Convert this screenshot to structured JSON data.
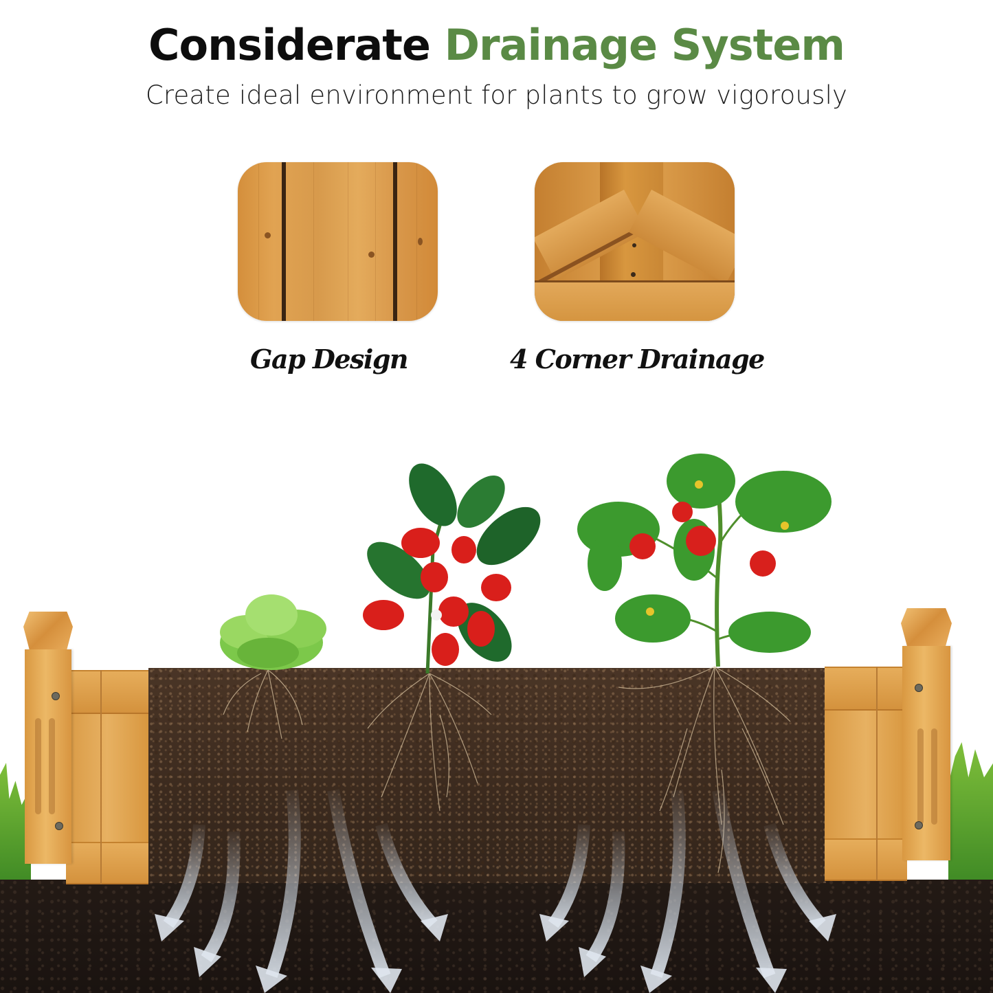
{
  "header": {
    "title_part1": "Considerate",
    "title_part2": "Drainage System",
    "subtitle": "Create ideal environment for plants to grow vigorously"
  },
  "features": [
    {
      "label": "Gap Design",
      "image": "wood-planks-with-gaps"
    },
    {
      "label": "4 Corner Drainage",
      "image": "wooden-corner-joint"
    }
  ],
  "scene": {
    "description": "raised wooden garden bed cross-section with soil, roots and drainage arrows",
    "plants": [
      "lettuce",
      "red-pepper-plant",
      "tomato-plant"
    ],
    "arrow_count": 10
  },
  "colors": {
    "title_dark": "#0d0d0d",
    "title_green": "#5a8a45",
    "wood": "#e0a350",
    "soil": "#3e2c1f",
    "ground": "#1e1612"
  }
}
